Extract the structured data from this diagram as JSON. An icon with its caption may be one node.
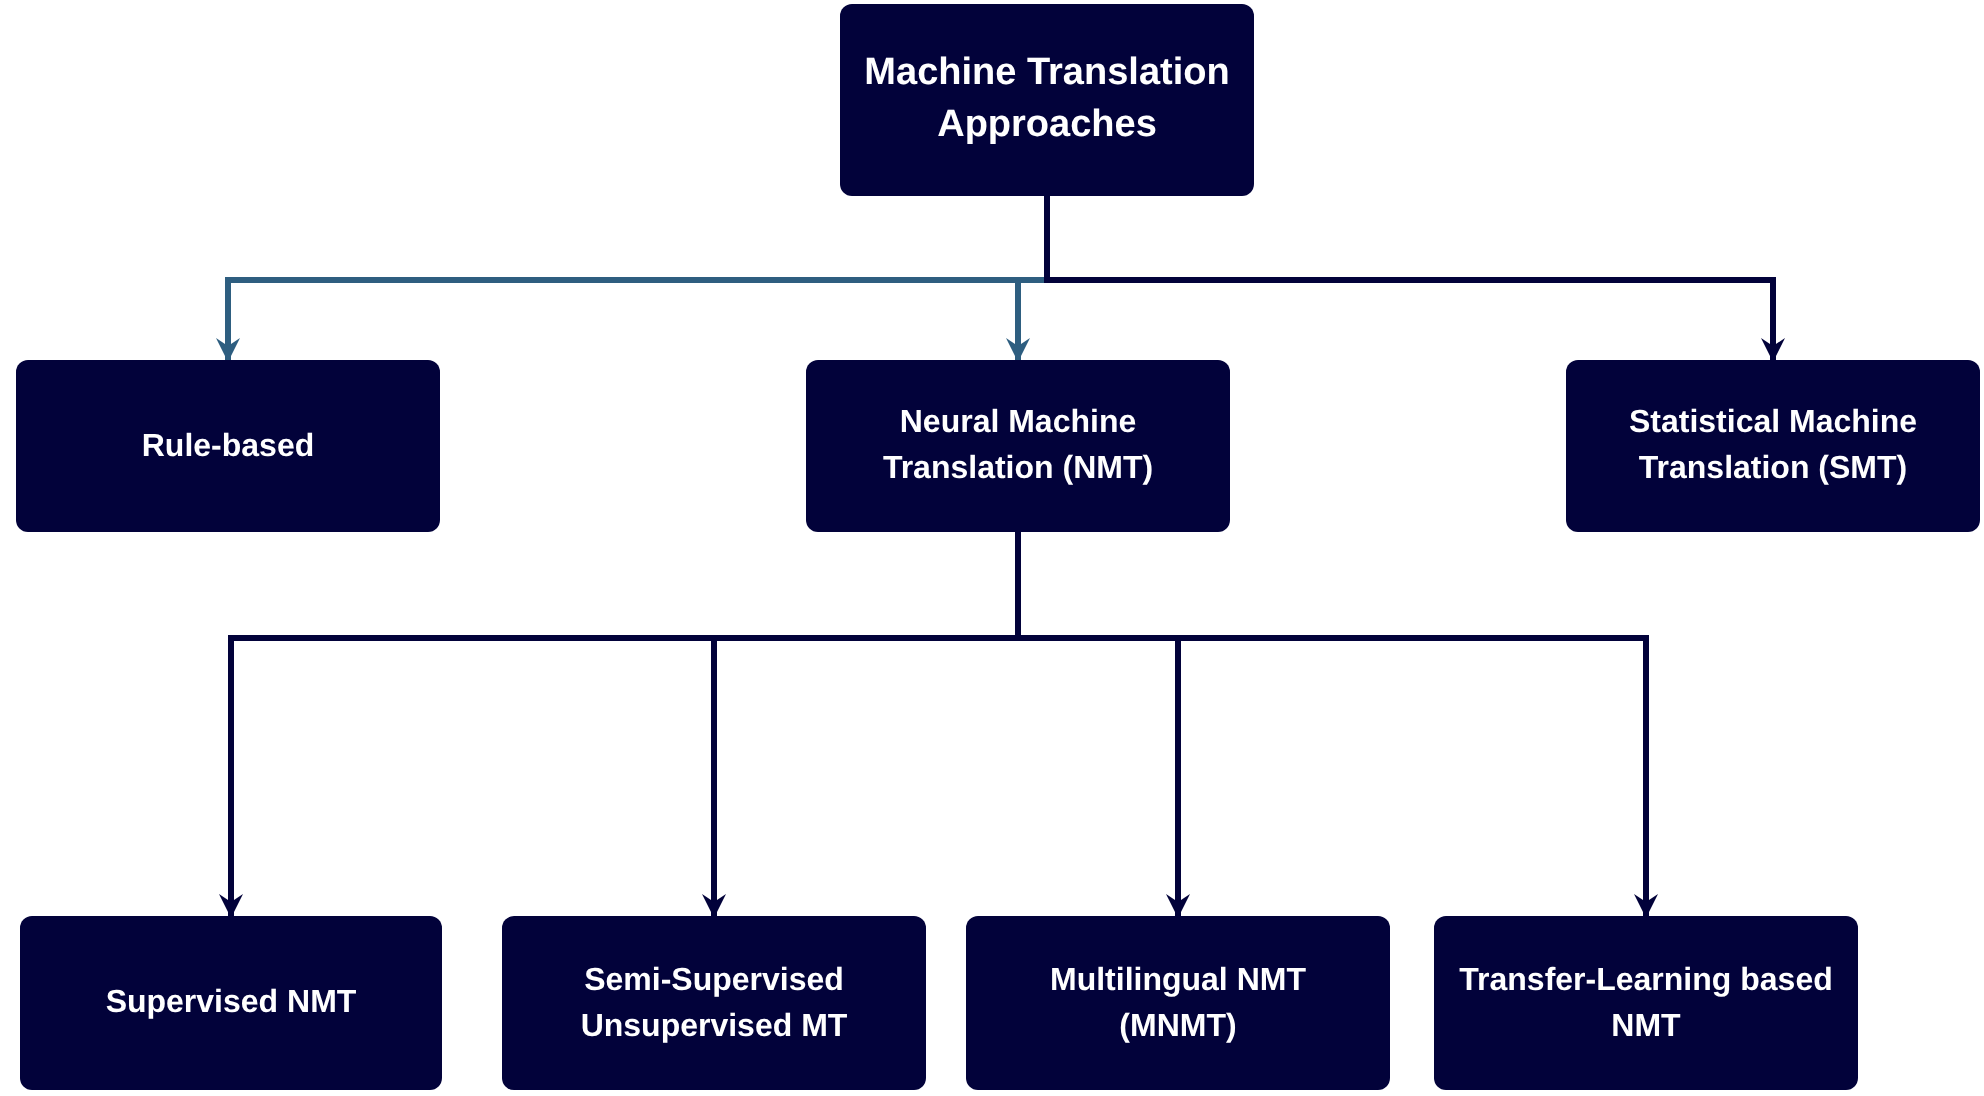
{
  "diagram": {
    "nodes": [
      {
        "text": [
          "Machine Translation Approaches"
        ]
      },
      {
        "text": [
          "Rule-based"
        ]
      },
      {
        "text": [
          "Neural Machine Translation (NMT)"
        ]
      },
      {
        "text": [
          "Statistical Machine Translation (SMT)"
        ]
      },
      {
        "text": [
          "Supervised NMT"
        ]
      },
      {
        "text": [
          "Semi-Supervised Unsupervised MT"
        ]
      },
      {
        "text": [
          "Multilingual NMT (MNMT)"
        ]
      },
      {
        "text": [
          "Transfer-Learning based NMT"
        ]
      }
    ],
    "edges": [
      {
        "from": 0,
        "to": 1,
        "arrow": "to",
        "color": "#2e5e80"
      },
      {
        "from": 0,
        "to": 2,
        "arrow": "to",
        "color": "#2e5e80"
      },
      {
        "from": 0,
        "to": 3,
        "arrow": "to"
      },
      {
        "from": 2,
        "to": 4,
        "arrow": "to"
      },
      {
        "from": 2,
        "to": 5,
        "arrow": "to"
      },
      {
        "from": 2,
        "to": 6,
        "arrow": "to"
      },
      {
        "from": 2,
        "to": 7,
        "arrow": "to"
      }
    ]
  }
}
